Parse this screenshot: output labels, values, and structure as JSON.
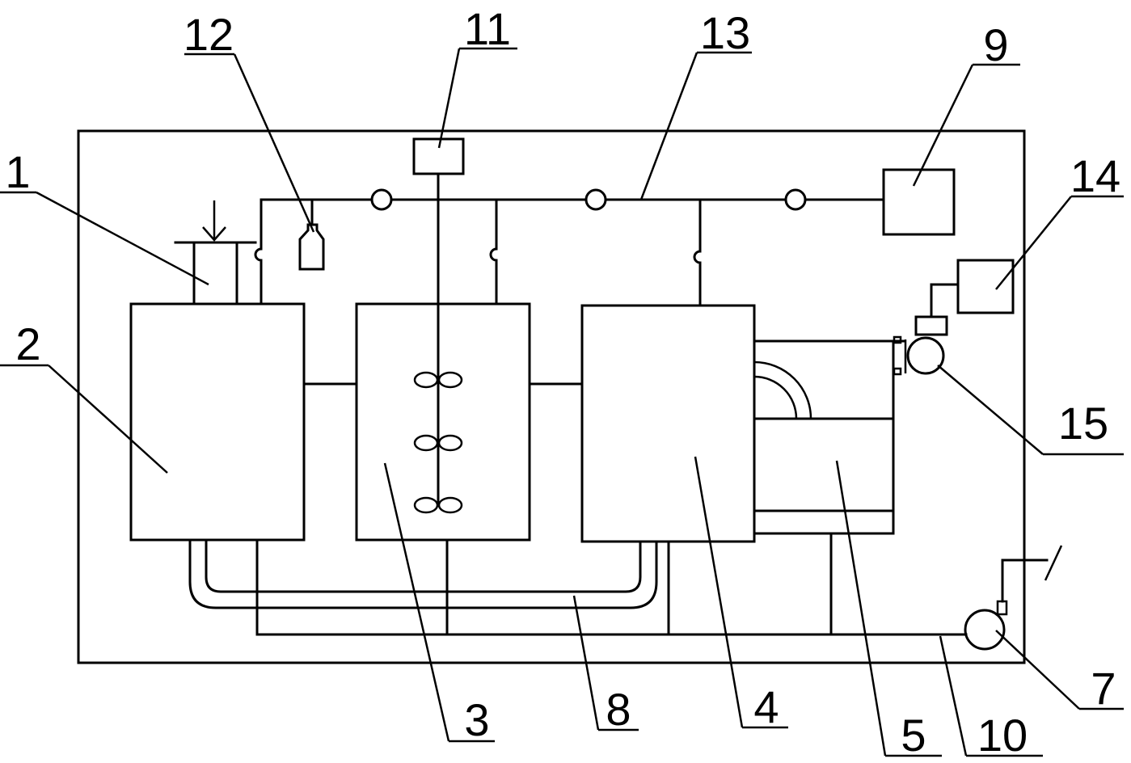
{
  "labels": {
    "l1": "1",
    "l2": "2",
    "l3": "3",
    "l4": "4",
    "l5": "5",
    "l7": "7",
    "l8": "8",
    "l9": "9",
    "l10": "10",
    "l11": "11",
    "l12": "12",
    "l13": "13",
    "l14": "14",
    "l15": "15"
  },
  "colors": {
    "line": "#000000",
    "background": "#ffffff"
  }
}
